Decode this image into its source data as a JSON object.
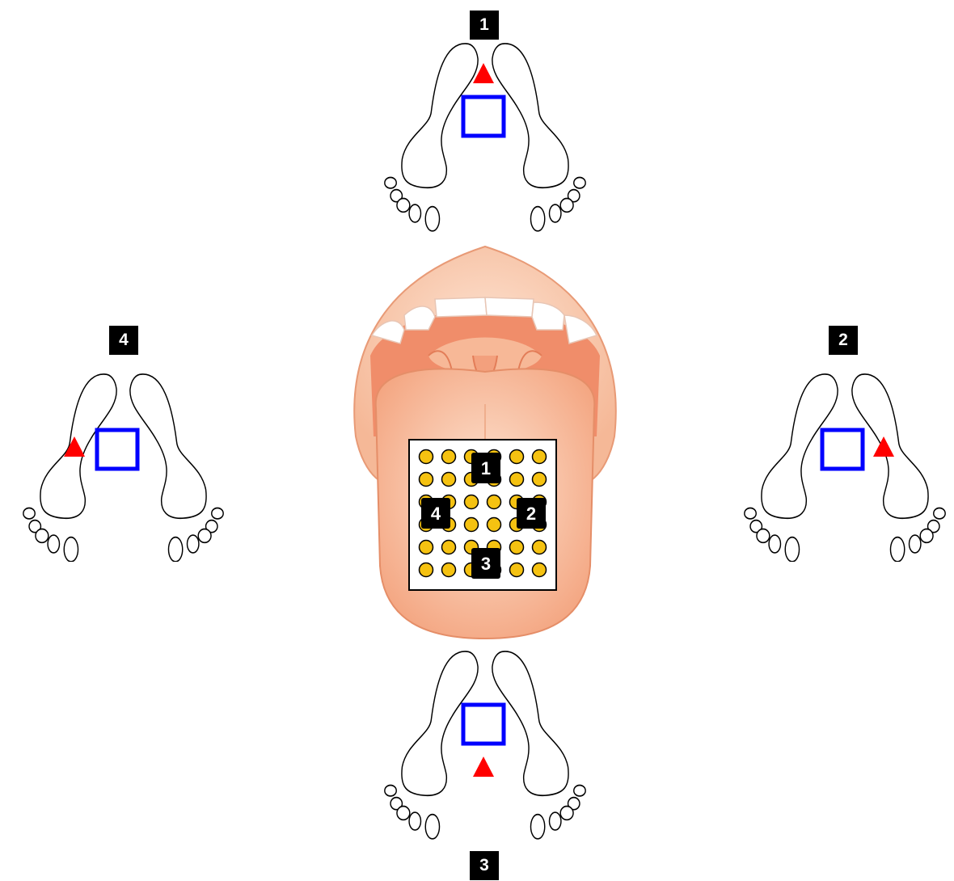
{
  "colors": {
    "marker": "#ff0000",
    "box": "#0000ff",
    "electrode": "#f5c211",
    "tongue": "#f7b796",
    "badge": "#000000"
  },
  "panels": [
    {
      "id": "top",
      "label": "1",
      "marker_position": "front"
    },
    {
      "id": "right",
      "label": "2",
      "marker_position": "right"
    },
    {
      "id": "bottom",
      "label": "3",
      "marker_position": "back"
    },
    {
      "id": "left",
      "label": "4",
      "marker_position": "left"
    }
  ],
  "tongue_array": {
    "rows": 6,
    "cols": 6,
    "labels": {
      "top": "1",
      "right": "2",
      "bottom": "3",
      "left": "4"
    }
  }
}
